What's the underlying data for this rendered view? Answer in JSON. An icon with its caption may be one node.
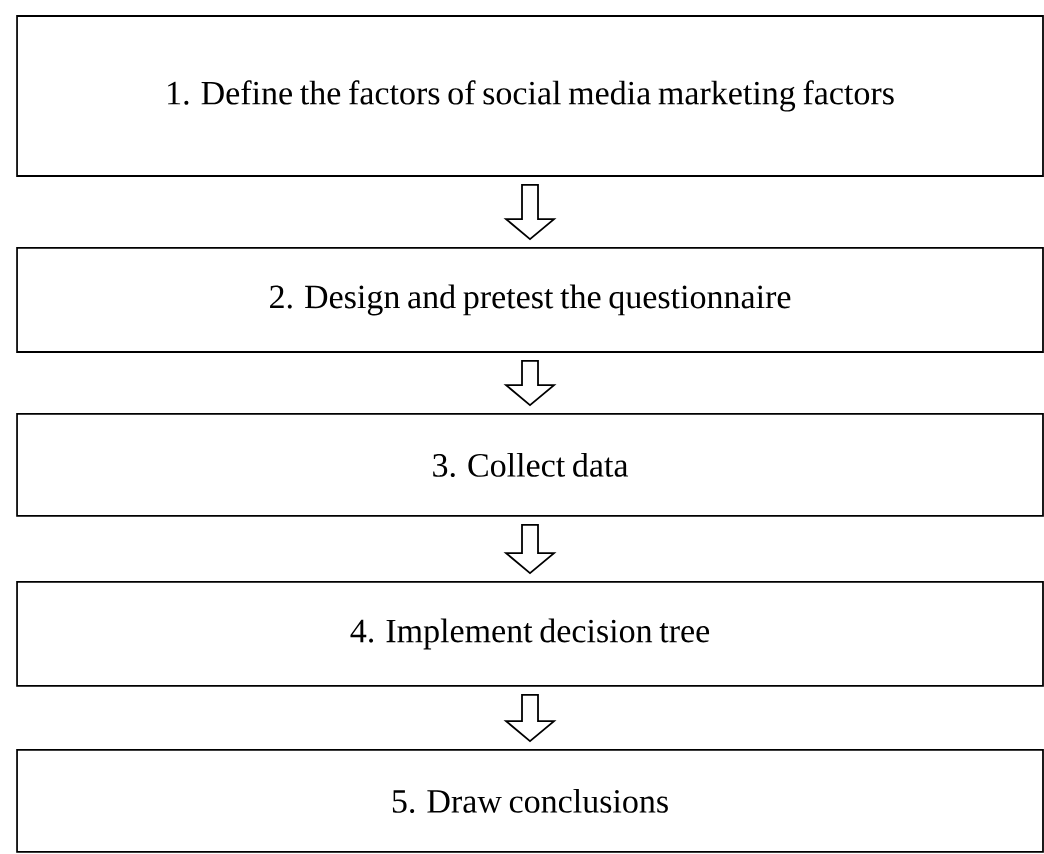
{
  "diagram": {
    "nodes": [
      {
        "text": [
          "1. Define the factors of social media marketing factors"
        ]
      },
      {
        "text": [
          "2. Design and pretest the questionnaire"
        ]
      },
      {
        "text": [
          "3. Collect data"
        ]
      },
      {
        "text": [
          "4. Implement decision tree"
        ]
      },
      {
        "text": [
          "5. Draw conclusions"
        ]
      }
    ],
    "edges": [
      {
        "from": 0,
        "to": 1,
        "arrow": "to"
      },
      {
        "from": 1,
        "to": 2,
        "arrow": "to"
      },
      {
        "from": 2,
        "to": 3,
        "arrow": "to"
      },
      {
        "from": 3,
        "to": 4,
        "arrow": "to"
      }
    ]
  }
}
